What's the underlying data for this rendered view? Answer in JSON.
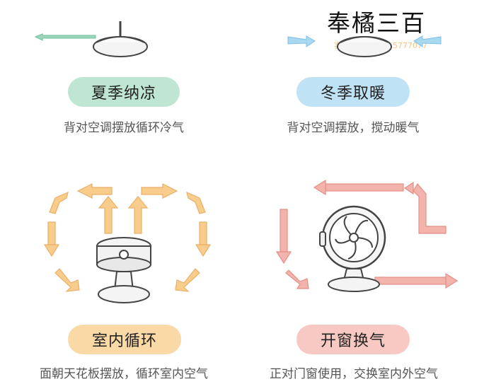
{
  "watermark": {
    "brand": "奉橘三百",
    "contact": "客服电话：15555777077"
  },
  "panels": [
    {
      "id": "summer",
      "title": "夏季纳凉",
      "caption": "背对空调摆放循环冷气",
      "color": "#bfe6d3"
    },
    {
      "id": "winter",
      "title": "冬季取暖",
      "caption": "背对空调摆放，搅动暖气",
      "color": "#bfe3f4"
    },
    {
      "id": "indoor",
      "title": "室内循环",
      "caption": "面朝天花板摆放，循环室内空气",
      "color": "#fbd9a7"
    },
    {
      "id": "window",
      "title": "开窗换气",
      "caption": "正对门窗使用，交换室内外空气",
      "color": "#f8c9c3"
    }
  ]
}
